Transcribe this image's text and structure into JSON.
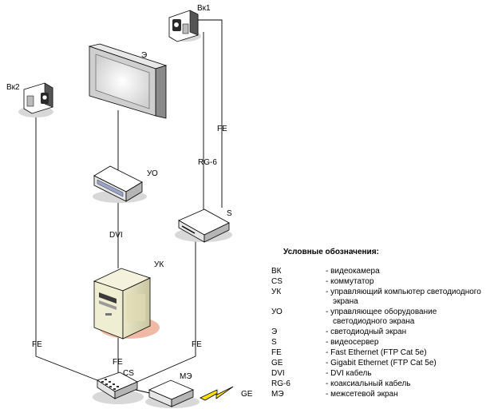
{
  "devices": {
    "vk1": "Вк1",
    "vk2": "Вк2",
    "screen": "Э",
    "uo": "УО",
    "uk": "УК",
    "s": "S",
    "cs": "CS",
    "me": "МЭ"
  },
  "links": {
    "fe_vk1": "FE",
    "rg6": "RG-6",
    "dvi": "DVI",
    "fe_vk2": "FE",
    "fe_uk": "FE",
    "fe_s": "FE",
    "ge": "GE"
  },
  "legend": {
    "title": "Условные обозначения:",
    "items": [
      {
        "abbr": "ВК",
        "desc": "- видеокамера"
      },
      {
        "abbr": "CS",
        "desc": "- коммутатор"
      },
      {
        "abbr": "УК",
        "desc": "- управляющий компьютер светодиодного",
        "desc2": "экрана"
      },
      {
        "abbr": "УО",
        "desc": "- управляющее оборудование",
        "desc2": "светодиодного экрана"
      },
      {
        "abbr": "Э",
        "desc": "- светодиодный экран"
      },
      {
        "abbr": "S",
        "desc": "- видеосервер"
      },
      {
        "abbr": "FE",
        "desc": "- Fast Ethernet (FTP Cat 5e)"
      },
      {
        "abbr": "GE",
        "desc": "- Gigabit Ethernet (FTP Cat 5e)"
      },
      {
        "abbr": "DVI",
        "desc": "- DVI кабель"
      },
      {
        "abbr": "RG-6",
        "desc": "- коаксиальный кабель"
      },
      {
        "abbr": "МЭ",
        "desc": "- межсетевой экран"
      }
    ]
  },
  "colors": {
    "device_face": "#ffffff",
    "device_shade": "#c8c8c8",
    "shadow": "#d8d8d8",
    "uo_panel": "#9aa3c8",
    "uk_shadow": "#f0b9a6",
    "ge_bolt": "#ffe000"
  }
}
